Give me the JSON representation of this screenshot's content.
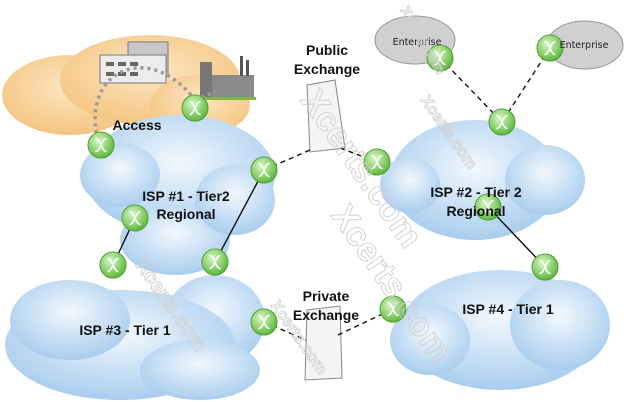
{
  "title": "ISP network hierarchy",
  "labels": {
    "access": "Access",
    "isp1_line1": "ISP #1 - Tier2",
    "isp1_line2": "Regional",
    "isp2_line1": "ISP #2 - Tier 2",
    "isp2_line2": "Regional",
    "isp3": "ISP #3 - Tier 1",
    "isp4": "ISP #4 - Tier 1",
    "public_line1": "Public",
    "public_line2": "Exchange",
    "private_line1": "Private",
    "private_line2": "Exchange",
    "enterprise_left": "Enterprise",
    "enterprise_right": "Enterprise"
  },
  "watermark": "Xcerts.com",
  "colors": {
    "isp_cloud": "#b9d6ef",
    "access_cloud": "#f6cd8f",
    "enterprise_cloud": "#cfcfcf",
    "router": "#7fcf5a"
  }
}
